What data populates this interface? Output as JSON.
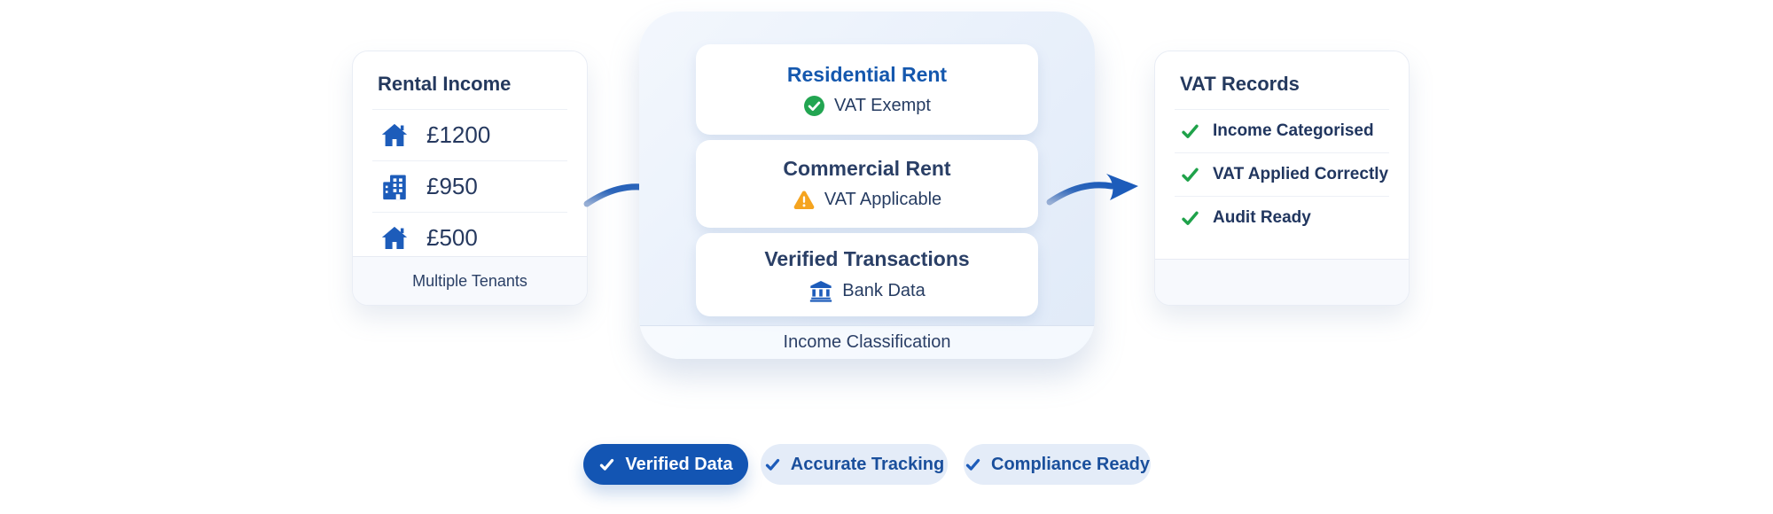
{
  "left_card": {
    "title": "Rental Income",
    "rows": [
      {
        "icon": "house-icon",
        "amount": "£1200"
      },
      {
        "icon": "building-icon",
        "amount": "£950"
      },
      {
        "icon": "house-icon",
        "amount": "£500"
      }
    ],
    "footer": "Multiple Tenants"
  },
  "center_panel": {
    "cards": [
      {
        "title": "Residential Rent",
        "status": "VAT Exempt",
        "icon": "check-circle-icon"
      },
      {
        "title": "Commercial Rent",
        "status": "VAT Applicable",
        "icon": "warning-triangle-icon"
      },
      {
        "title": "Verified Transactions",
        "status": "Bank Data",
        "icon": "bank-icon"
      }
    ],
    "footer": "Income Classification"
  },
  "right_card": {
    "title": "VAT Records",
    "items": [
      {
        "icon": "check-icon",
        "label": "Income Categorised"
      },
      {
        "icon": "check-icon",
        "label": "VAT Applied Correctly"
      },
      {
        "icon": "check-icon",
        "label": "Audit Ready"
      }
    ]
  },
  "badges": [
    {
      "icon": "check-icon",
      "label": "Verified Data",
      "variant": "solid"
    },
    {
      "icon": "check-icon",
      "label": "Accurate Tracking",
      "variant": "light"
    },
    {
      "icon": "check-icon",
      "label": "Compliance Ready",
      "variant": "light"
    }
  ],
  "colors": {
    "primary_blue": "#1d5cba",
    "heading_blue": "#1558ae",
    "navy_text": "#25395e",
    "success_green": "#22a551",
    "warning_orange": "#f5a41f",
    "pill_solid_bg": "#1355b3",
    "pill_light_bg": "#e4ecf8",
    "panel_bg": "#e9f0fb"
  }
}
